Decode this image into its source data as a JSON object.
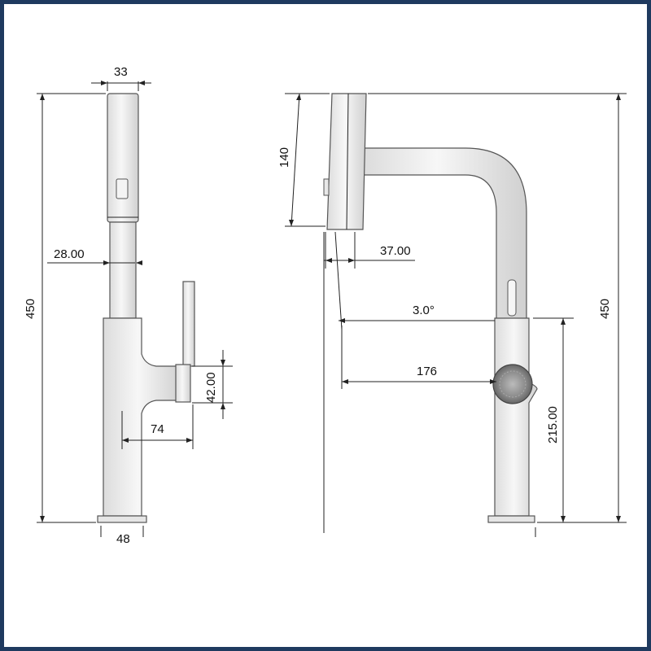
{
  "dimensions": {
    "head_width": "33",
    "hose_diameter": "28.00",
    "total_height_front": "450",
    "handle_height": "42.00",
    "handle_reach": "74",
    "head_length": "140",
    "head_offset": "37.00",
    "spout_angle": "3.0°",
    "spout_reach": "176",
    "total_height_side": "450",
    "base_height": "215.00",
    "base_width_partial": "48"
  },
  "colors": {
    "border": "#1f3a5f",
    "line": "#222222",
    "body_fill": "#f2f2f2"
  }
}
